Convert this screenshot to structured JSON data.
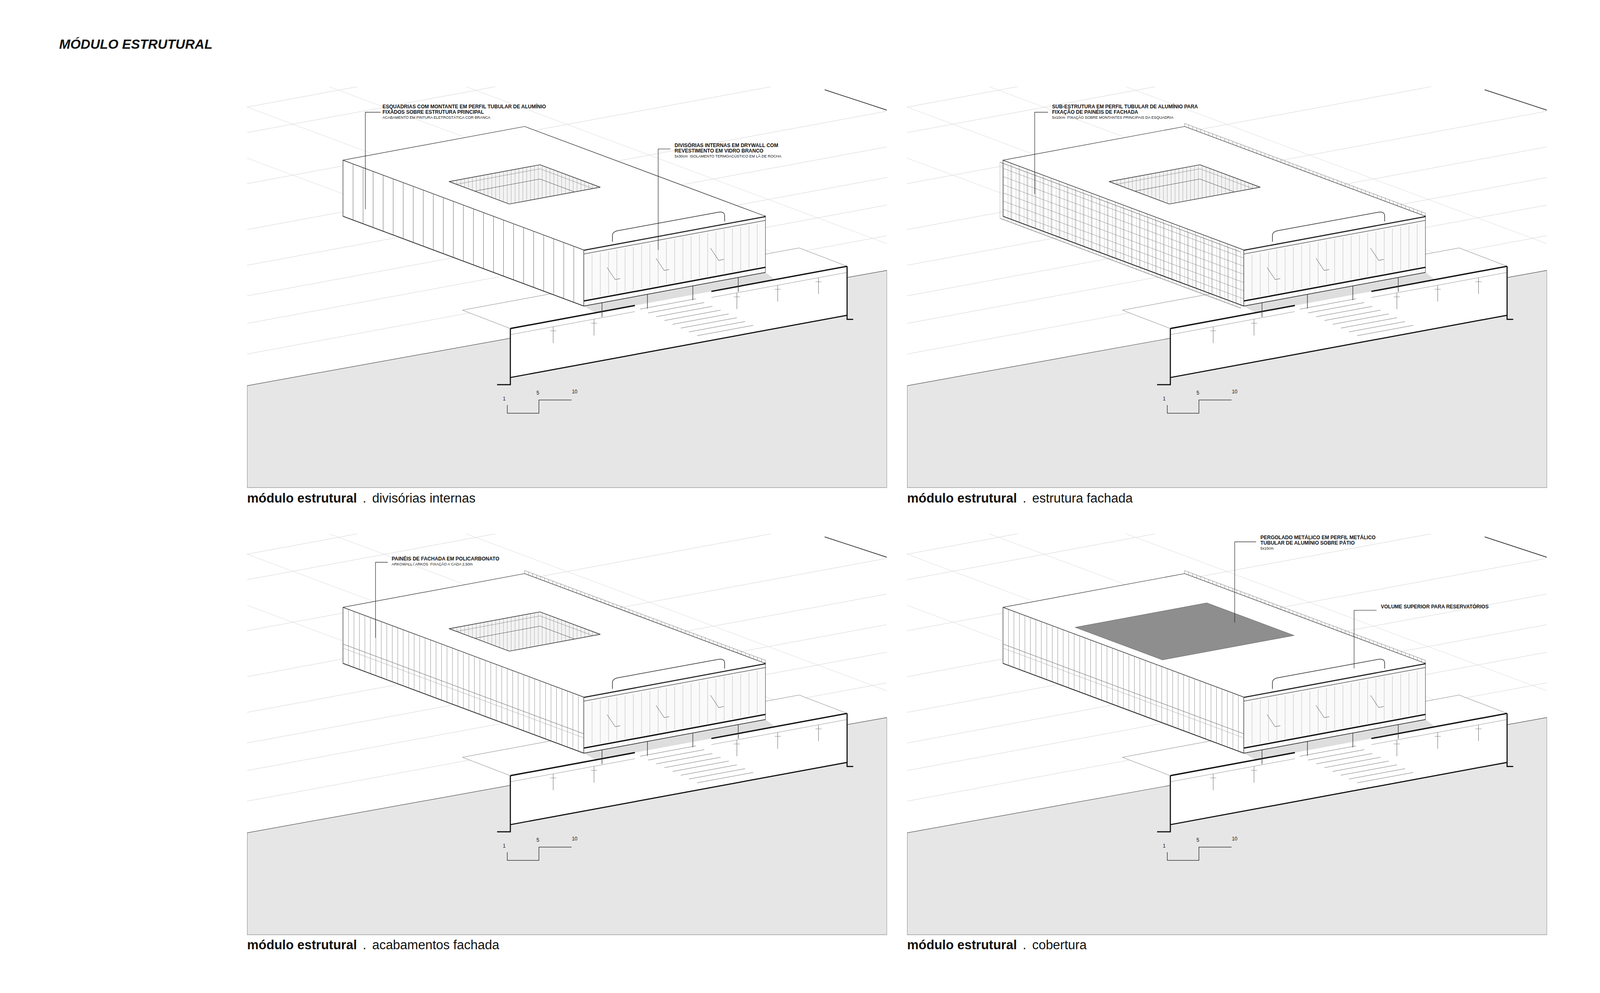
{
  "diagram": {
    "title": "MÓDULO ESTRUTURAL",
    "labels": [
      "ESQUADRIAS COM MONTANTE EM PERFIL TUBULAR DE ALUMÍNIO FIXADOS SOBRE ESTRUTURA PRINCIPAL",
      "ACABAMENTO EM PINTURA ELETROSTÁTICA COR BRANCA",
      "DIVISÓRIAS INTERNAS EM DRYWALL COM REVESTIMENTO EM VIDRO BRANCO",
      "5x30cm  ISOLAMENTO TERMOACÚSTICO EM LÃ DE ROCHA",
      "1",
      "5",
      "10",
      "módulo estrutural",
      ".",
      "divisórias internas",
      "SUB-ESTRUTURA EM PERFIL TUBULAR DE ALUMÍNIO PARA FIXAÇÃO DE PAINÉIS DE FACHADA",
      "5x10cm  FIXAÇÃO SOBRE MONTANTES PRINCIPAIS DA ESQUADRIA",
      "1",
      "5",
      "10",
      "módulo estrutural",
      ".",
      "estrutura fachada",
      "PAINÉIS DE FACHADA EM POLICARBONATO",
      "ARKOWALL / ARKOS  FIXAÇÃO A CADA 2,50m",
      "1",
      "5",
      "10",
      "módulo estrutural",
      ".",
      "acabamentos fachada",
      "PERGOLADO METÁLICO EM PERFIL METÁLICO TUBULAR DE ALUMÍNIO SOBRE PÁTIO",
      "5x10cm",
      "VOLUME SUPERIOR PARA RESERVATÓRIOS",
      "1",
      "5",
      "10",
      "módulo estrutural",
      ".",
      "cobertura"
    ]
  }
}
